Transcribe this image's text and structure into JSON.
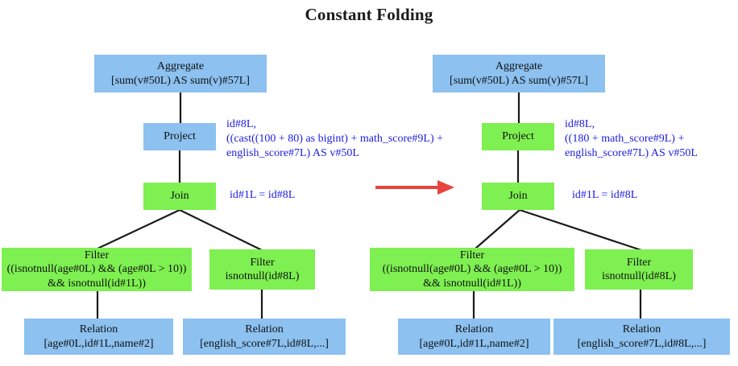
{
  "title": "Constant Folding",
  "colors": {
    "node_blue": "#8cc1f0",
    "node_green": "#7ef051",
    "annotation_blue": "#1c1ce0",
    "arrow_red": "#e8433d",
    "line_black": "#1a1a1a"
  },
  "trees": {
    "before": {
      "aggregate": {
        "title": "Aggregate",
        "detail": "[sum(v#50L) AS sum(v)#57L]"
      },
      "project": {
        "title": "Project"
      },
      "project_annotation": "id#8L,\n((cast((100 + 80) as bigint) + math_score#9L) +\nenglish_score#7L) AS v#50L",
      "join": {
        "title": "Join"
      },
      "join_annotation": "id#1L = id#8L",
      "filter_left": {
        "title": "Filter",
        "detail": "((isnotnull(age#0L) && (age#0L > 10)) && isnotnull(id#1L))"
      },
      "filter_right": {
        "title": "Filter",
        "detail": "isnotnull(id#8L)"
      },
      "relation_left": {
        "title": "Relation",
        "detail": "[age#0L,id#1L,name#2]"
      },
      "relation_right": {
        "title": "Relation",
        "detail": "[english_score#7L,id#8L,...]"
      }
    },
    "after": {
      "aggregate": {
        "title": "Aggregate",
        "detail": "[sum(v#50L) AS sum(v)#57L]"
      },
      "project": {
        "title": "Project"
      },
      "project_annotation": "id#8L,\n((180 + math_score#9L) +\nenglish_score#7L) AS v#50L",
      "join": {
        "title": "Join"
      },
      "join_annotation": "id#1L = id#8L",
      "filter_left": {
        "title": "Filter",
        "detail": "((isnotnull(age#0L) && (age#0L > 10)) && isnotnull(id#1L))"
      },
      "filter_right": {
        "title": "Filter",
        "detail": "isnotnull(id#8L)"
      },
      "relation_left": {
        "title": "Relation",
        "detail": "[age#0L,id#1L,name#2]"
      },
      "relation_right": {
        "title": "Relation",
        "detail": "[english_score#7L,id#8L,...]"
      }
    }
  }
}
